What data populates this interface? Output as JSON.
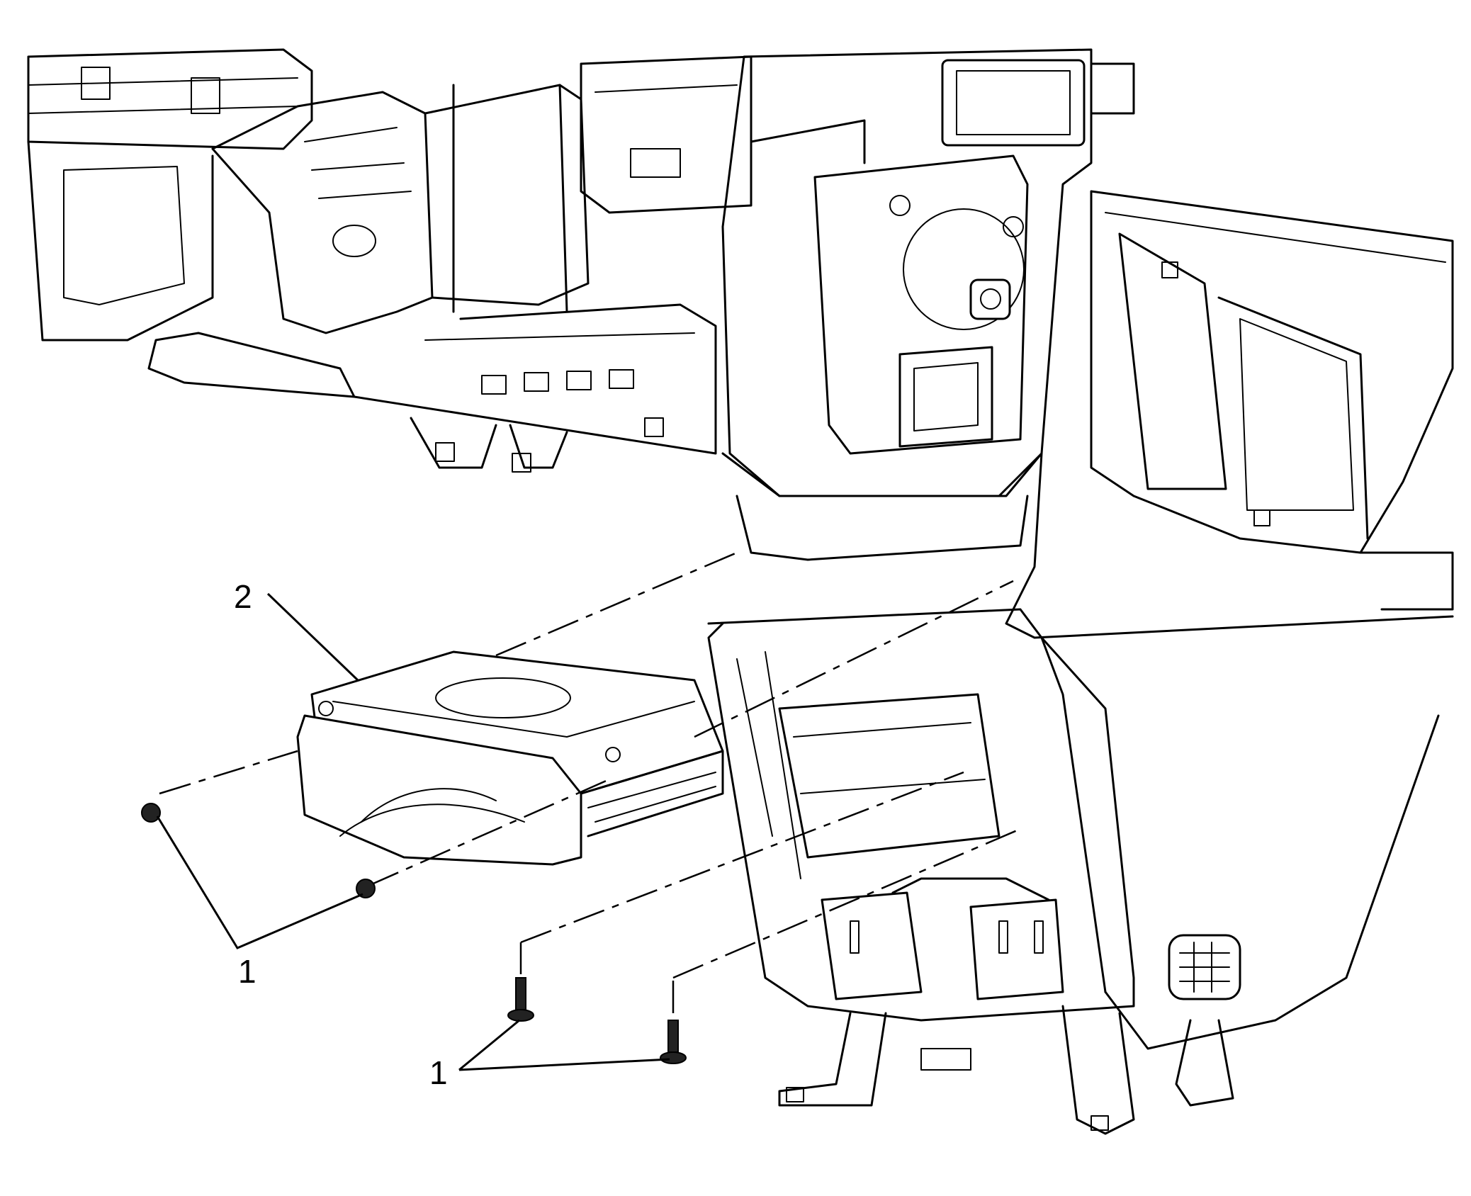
{
  "callouts": {
    "fastener_label_left": "1",
    "fastener_label_bottom": "1",
    "component_label": "2"
  },
  "icons": [
    "fastener-bolt-icon",
    "fastener-screw-icon"
  ],
  "colors": {
    "line": "#000000",
    "background": "#ffffff"
  }
}
